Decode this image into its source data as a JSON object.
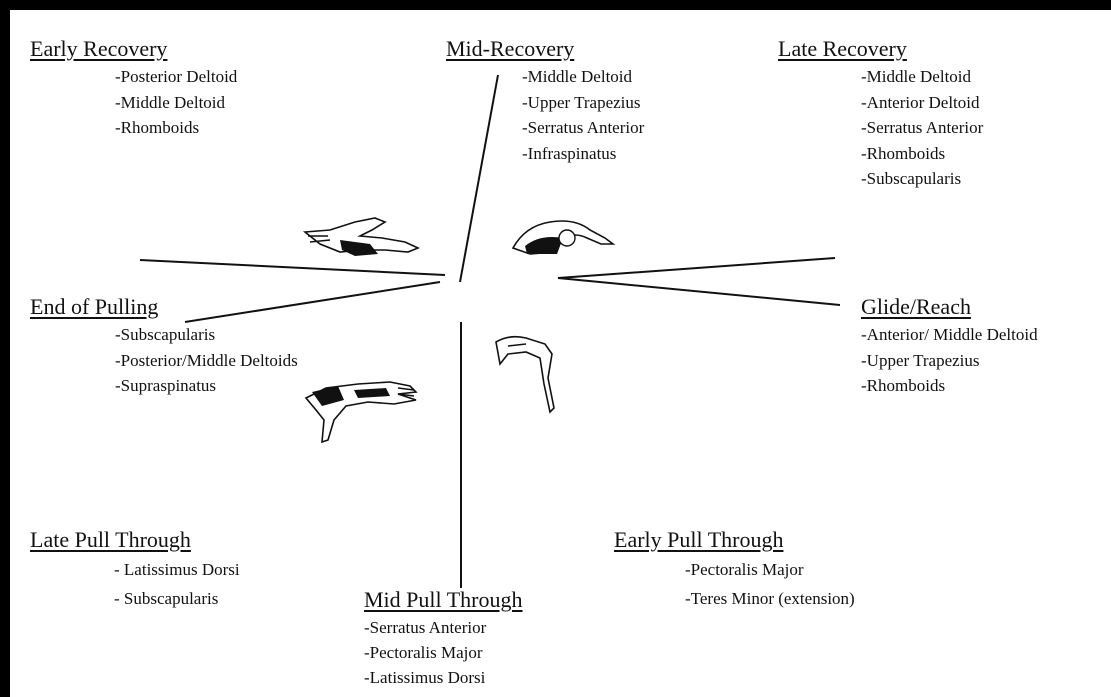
{
  "phases": [
    {
      "id": "early-recovery",
      "title": "Early Recovery",
      "muscles": [
        "-Posterior Deltoid",
        "-Middle Deltoid",
        "-Rhomboids"
      ]
    },
    {
      "id": "mid-recovery",
      "title": "Mid-Recovery",
      "muscles": [
        "-Middle Deltoid",
        "-Upper Trapezius",
        "-Serratus Anterior",
        "-Infraspinatus"
      ]
    },
    {
      "id": "late-recovery",
      "title": "Late Recovery",
      "muscles": [
        "-Middle Deltoid",
        "-Anterior Deltoid",
        "-Serratus Anterior",
        "-Rhomboids",
        "-Subscapularis"
      ]
    },
    {
      "id": "end-of-pulling",
      "title": "End of Pulling",
      "muscles": [
        "-Subscapularis",
        "-Posterior/Middle Deltoids",
        "-Supraspinatus"
      ]
    },
    {
      "id": "glide-reach",
      "title": "Glide/Reach",
      "muscles": [
        "-Anterior/ Middle Deltoid",
        "-Upper Trapezius",
        "-Rhomboids"
      ]
    },
    {
      "id": "late-pull-through",
      "title": "Late Pull Through",
      "muscles": [
        "- Latissimus Dorsi",
        "- Subscapularis"
      ]
    },
    {
      "id": "early-pull-through",
      "title": "Early Pull Through",
      "muscles": [
        "-Pectoralis Major",
        "-Teres Minor (extension)"
      ]
    },
    {
      "id": "mid-pull-through",
      "title": "Mid Pull Through",
      "muscles": [
        "-Serratus Anterior",
        "-Pectoralis Major",
        "-Latissimus Dorsi"
      ]
    }
  ],
  "colors": {
    "frame": "#000000",
    "background": "#ffffff",
    "ink": "#111111"
  },
  "figures": [
    "swimmer-early-recovery",
    "swimmer-mid-recovery",
    "swimmer-glide-reach",
    "swimmer-end-of-pulling"
  ]
}
